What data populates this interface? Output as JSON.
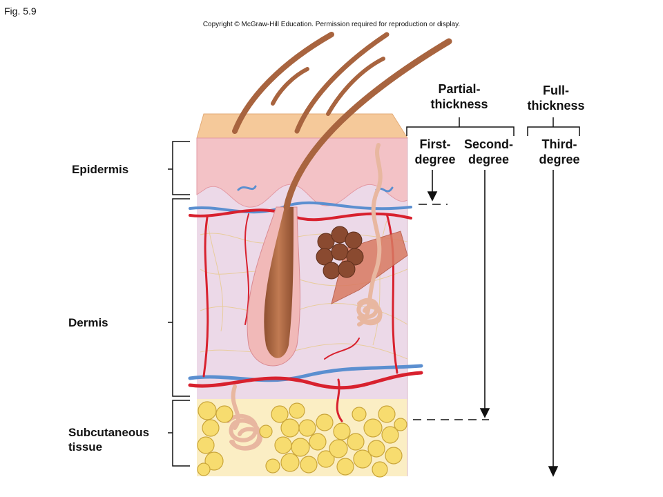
{
  "figure": {
    "label": "Fig. 5.9",
    "copyright": "Copyright © McGraw-Hill Education. Permission required for reproduction or display."
  },
  "layers": {
    "epidermis": "Epidermis",
    "dermis": "Dermis",
    "subcutaneous": "Subcutaneous\ntissue"
  },
  "burns": {
    "partial": "Partial-\nthickness",
    "full": "Full-\nthickness",
    "first": "First-\ndegree",
    "second": "Second-\ndegree",
    "third": "Third-\ndegree"
  },
  "colors": {
    "epidermis": "#f3c2c6",
    "dermis": "#ecd9e8",
    "surface": "#f5c99a",
    "hair": "#b06a44",
    "artery": "#d8212e",
    "vein": "#5b8fd0",
    "fat": "#f7dc6f",
    "fat_outline": "#c9a53a",
    "gland": "#8a4a30"
  }
}
